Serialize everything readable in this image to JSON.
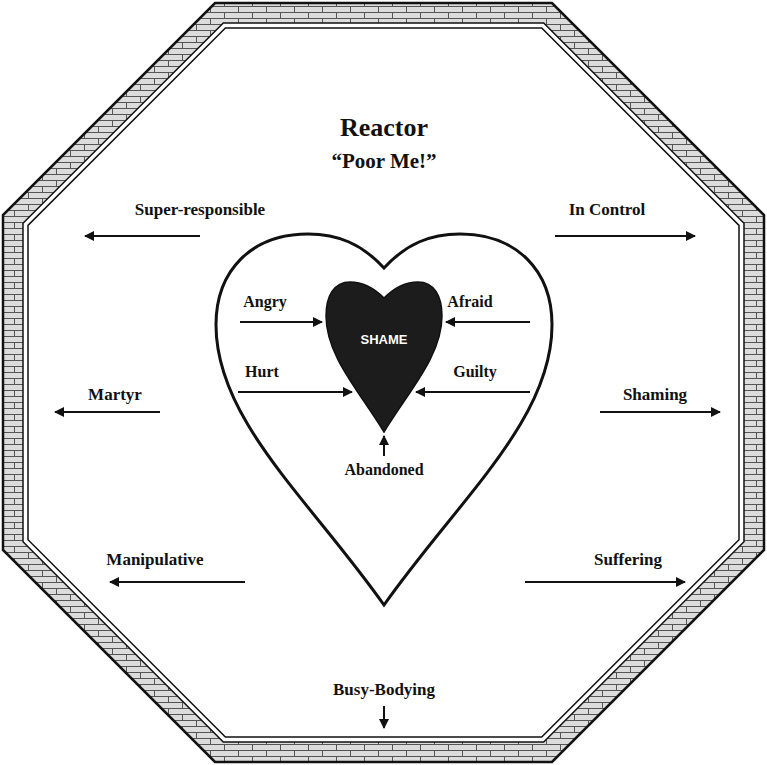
{
  "diagram": {
    "nodes": [
      {
        "text": [
          "Reactor",
          "“Poor Me!”"
        ]
      },
      {
        "text": [
          "Angry",
          "Afraid",
          "Hurt",
          "Guilty",
          "Abandoned"
        ],
        "in": 0
      },
      {
        "text": [
          "SHAME"
        ],
        "in": 1
      }
    ],
    "labels": [
      "Super-responsible",
      "In Control",
      "Martyr",
      "Shaming",
      "Manipulative",
      "Suffering",
      "Busy-Bodying"
    ]
  }
}
